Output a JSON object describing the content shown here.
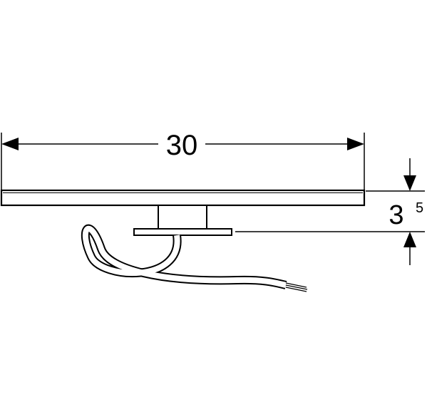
{
  "drawing": {
    "width_dimension": {
      "label": "30"
    },
    "height_dimension": {
      "label_main": "3",
      "label_sup": "5"
    },
    "colors": {
      "stroke": "#000000",
      "background": "#ffffff"
    }
  }
}
